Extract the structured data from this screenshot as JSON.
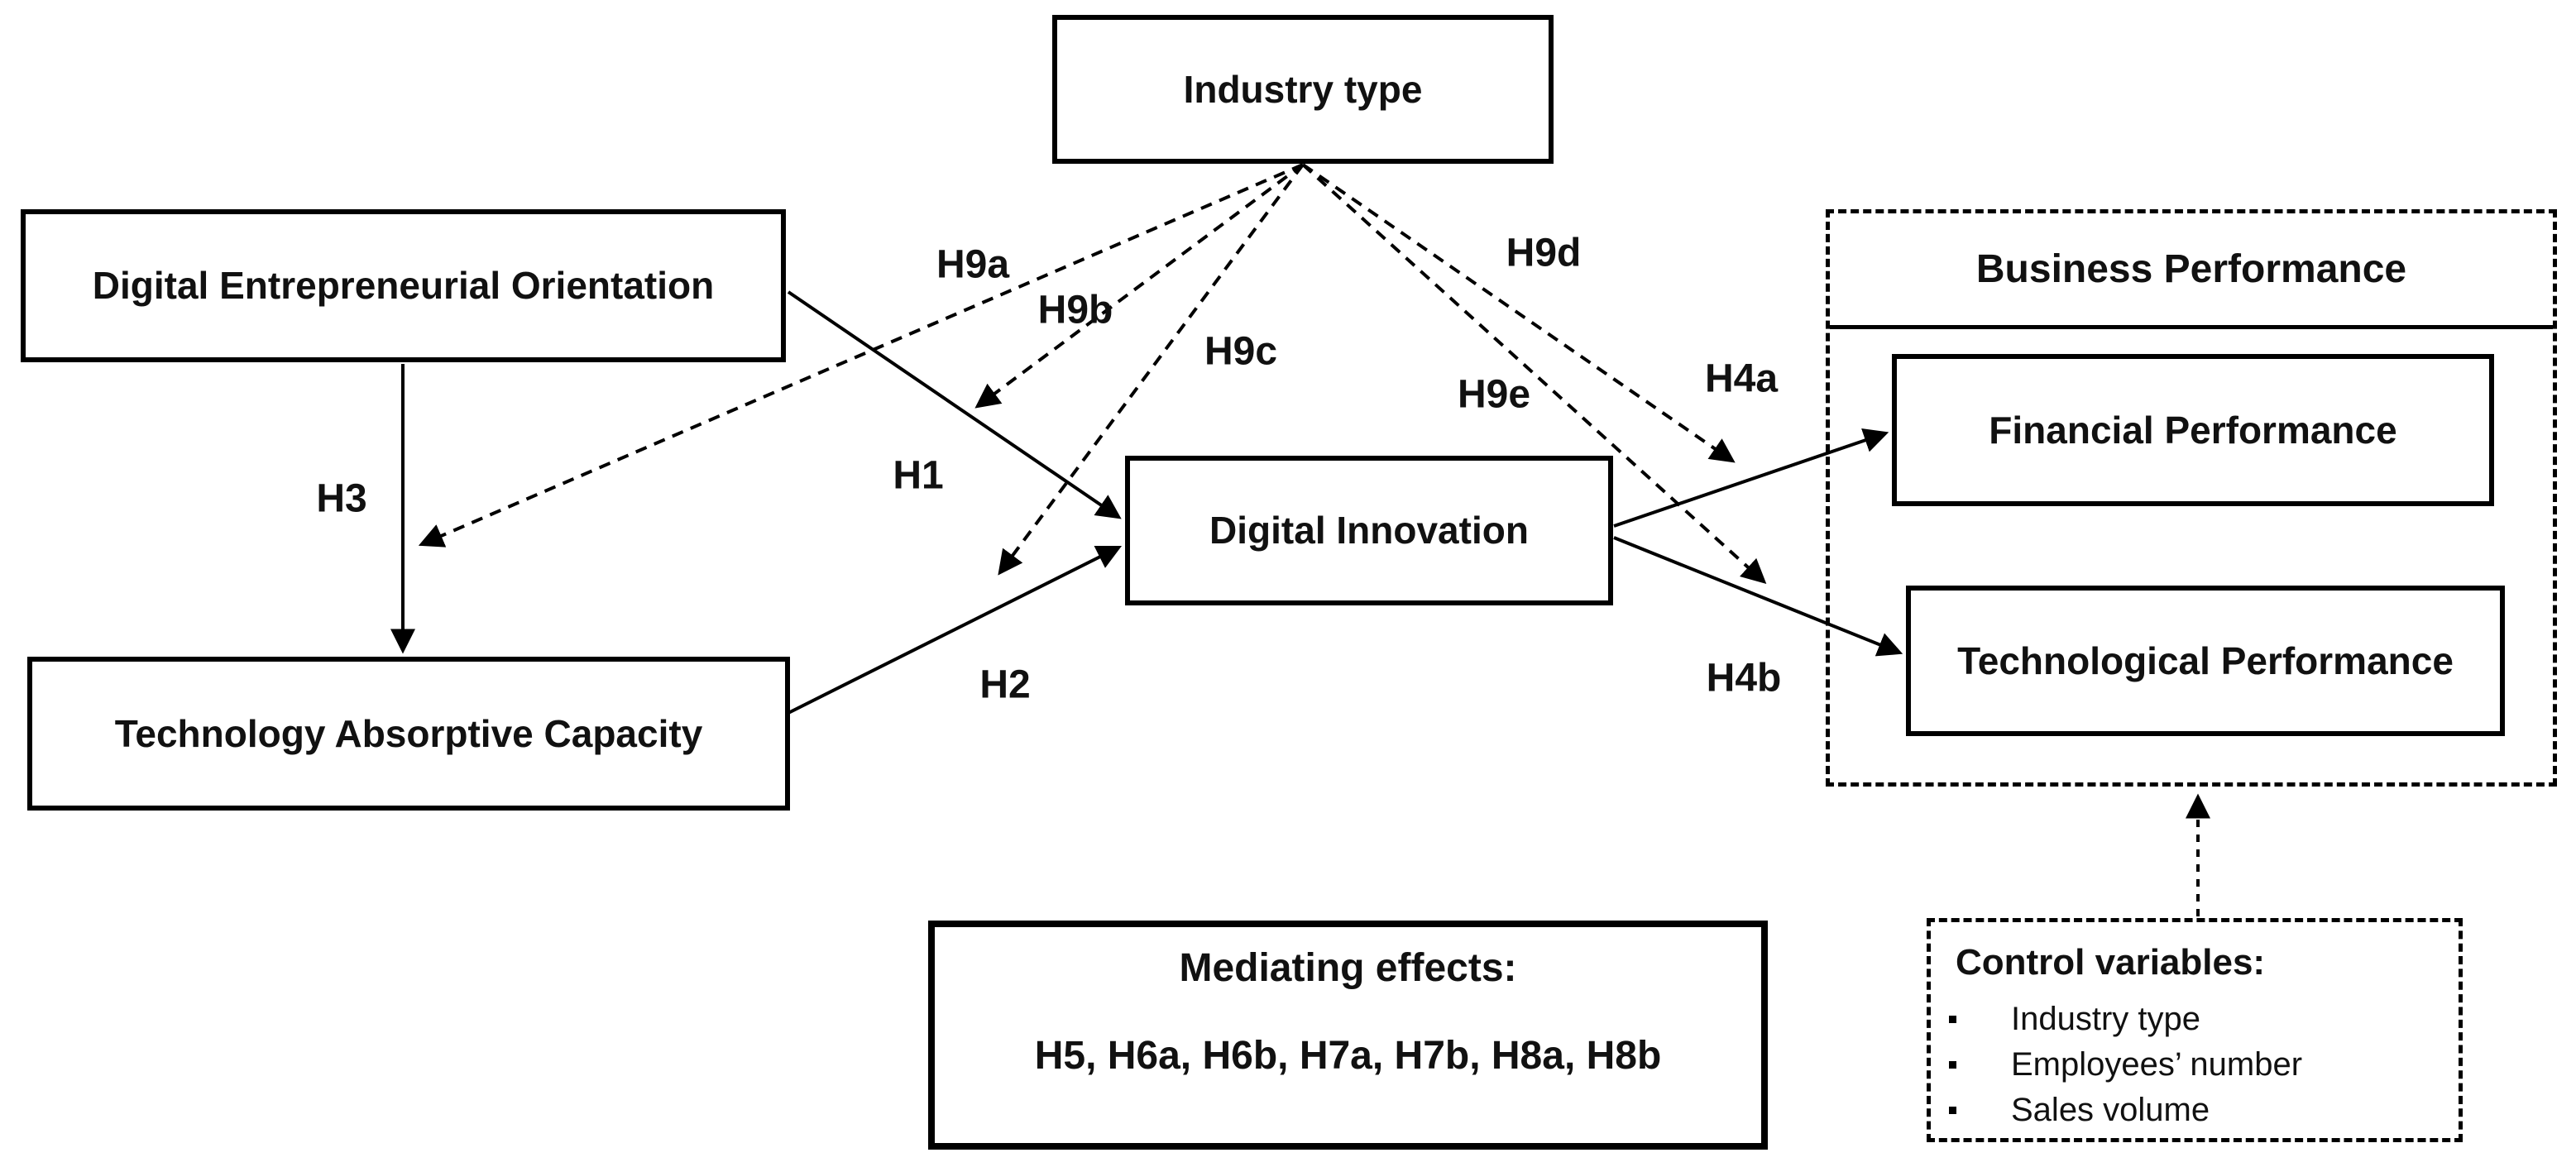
{
  "diagram": {
    "nodes": {
      "industry_type": {
        "label": "Industry type"
      },
      "digital_entrepreneurial_orientation": {
        "label": "Digital Entrepreneurial Orientation"
      },
      "technology_absorptive_capacity": {
        "label": "Technology Absorptive Capacity"
      },
      "digital_innovation": {
        "label": "Digital Innovation"
      },
      "business_performance": {
        "title": "Business Performance"
      },
      "financial_performance": {
        "label": "Financial Performance"
      },
      "technological_performance": {
        "label": "Technological Performance"
      }
    },
    "edge_labels": {
      "h1": "H1",
      "h2": "H2",
      "h3": "H3",
      "h4a": "H4a",
      "h4b": "H4b",
      "h9a": "H9a",
      "h9b": "H9b",
      "h9c": "H9c",
      "h9d": "H9d",
      "h9e": "H9e"
    },
    "mediating_effects": {
      "title": "Mediating effects:",
      "items": "H5, H6a, H6b, H7a, H7b, H8a, H8b"
    },
    "control_variables": {
      "title": "Control variables:",
      "items": [
        "Industry type",
        "Employees’ number",
        "Sales volume"
      ]
    },
    "colors": {
      "line": "#000000",
      "background": "#ffffff"
    }
  }
}
